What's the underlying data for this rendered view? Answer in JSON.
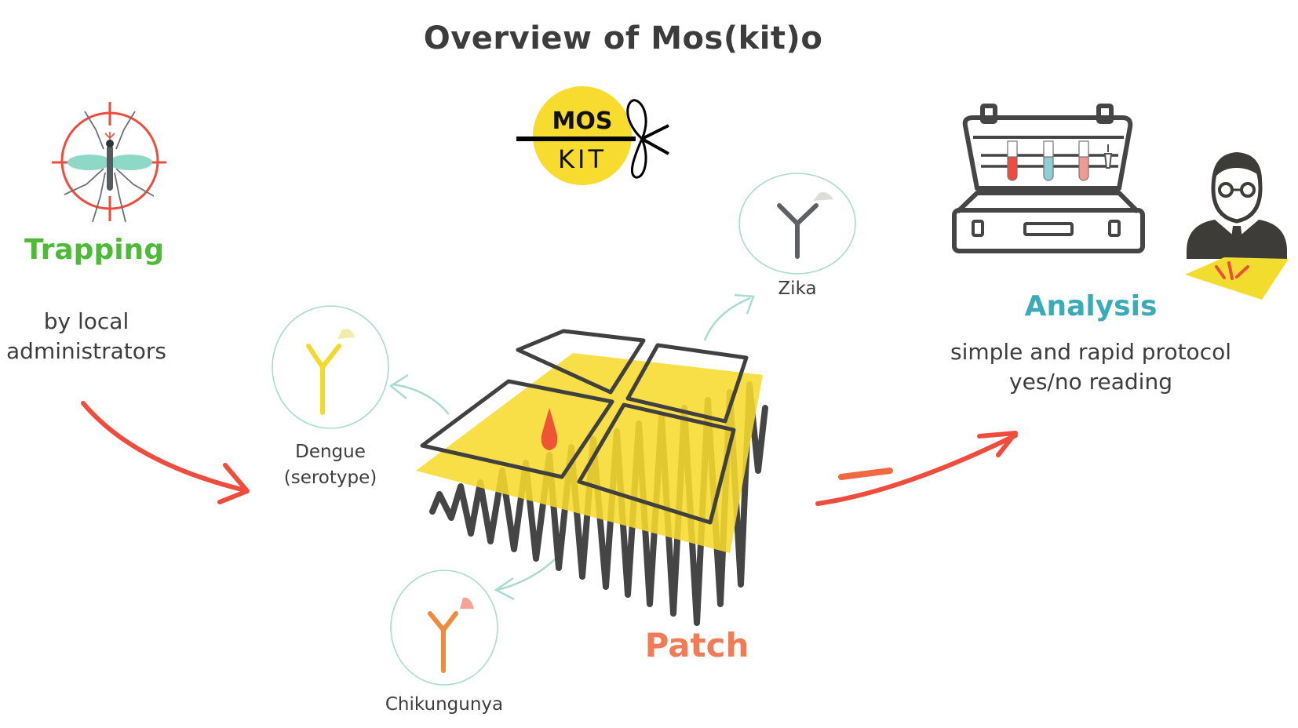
{
  "title": "Overview of Mos(kit)o",
  "logo": {
    "top_text": "MOS",
    "bottom_text": "KIT",
    "color": "#f7db2e"
  },
  "steps": {
    "trapping": {
      "heading": "Trapping",
      "subtitle_lines": [
        "by local",
        "administrators"
      ],
      "color": "#4dba38"
    },
    "patch": {
      "heading": "Patch",
      "color": "#f07c57"
    },
    "analysis": {
      "heading": "Analysis",
      "subtitle_lines": [
        "simple and rapid protocol",
        "yes/no reading"
      ],
      "color": "#3aabb7"
    }
  },
  "targets": [
    {
      "label_lines": [
        "Dengue",
        "(serotype)"
      ],
      "antibody_color": "#f5d82c"
    },
    {
      "label_lines": [
        "Zika"
      ],
      "antibody_color": "#5f6063"
    },
    {
      "label_lines": [
        "Chikungunya"
      ],
      "antibody_color": "#ef8a3e"
    }
  ],
  "colors": {
    "arrow": "#ee4d3d",
    "circle": "#a8dccd",
    "dark": "#404040",
    "yellow": "#f7db2e"
  }
}
